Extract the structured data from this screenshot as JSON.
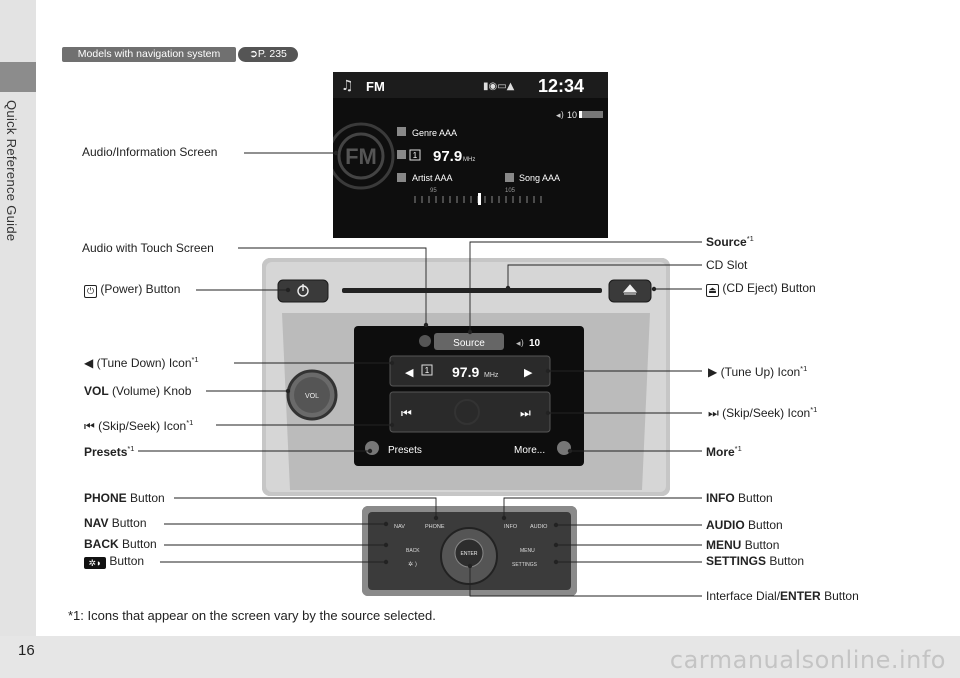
{
  "sidebar": {
    "section_title": "Quick Reference Guide"
  },
  "page": {
    "number": "16"
  },
  "watermark": "carmanualsonline.info",
  "badges": {
    "models": "Models with navigation system",
    "page_ref": "P. 235"
  },
  "footnote": "*1: Icons that appear on the screen vary by the source selected.",
  "screen": {
    "source": "FM",
    "clock": "12:34",
    "volume": "10",
    "genre": "Genre AAA",
    "preset": "1",
    "frequency": "97.9",
    "unit": "MHz",
    "artist": "Artist AAA",
    "song": "Song AAA",
    "scale_low": "95",
    "scale_high": "105",
    "logo": "FM"
  },
  "touch": {
    "source_button": "Source",
    "volume": "10",
    "preset": "1",
    "frequency": "97.9",
    "unit": "MHz",
    "presets_label": "Presets",
    "more_label": "More...",
    "vol_knob": "VOL"
  },
  "console": {
    "nav": "NAV",
    "phone": "PHONE",
    "info": "INFO",
    "audio": "AUDIO",
    "back": "BACK",
    "enter": "ENTER",
    "menu": "MENU",
    "settings": "SETTINGS"
  },
  "callouts": {
    "audio_info_screen": "Audio/Information Screen",
    "audio_touch_screen": "Audio with Touch Screen",
    "power_button": "(Power) Button",
    "tune_down_icon": "(Tune Down) Icon",
    "vol_bold": "VOL",
    "vol_rest": "(Volume) Knob",
    "skip_seek_left": "(Skip/Seek) Icon",
    "presets": "Presets",
    "phone_bold": "PHONE",
    "phone_rest": "Button",
    "nav_bold": "NAV",
    "nav_rest": "Button",
    "back_bold": "BACK",
    "back_rest": "Button",
    "day_night_rest": "Button",
    "source": "Source",
    "cd_slot": "CD Slot",
    "cd_eject": "(CD Eject) Button",
    "tune_up_icon": "(Tune Up) Icon",
    "skip_seek_right": "(Skip/Seek) Icon",
    "more": "More",
    "info_bold": "INFO",
    "info_rest": "Button",
    "audio_bold": "AUDIO",
    "audio_rest": "Button",
    "menu_bold": "MENU",
    "menu_rest": "Button",
    "settings_bold": "SETTINGS",
    "settings_rest": "Button",
    "dial_prefix": "Interface Dial/",
    "dial_bold": "ENTER",
    "dial_rest": "Button",
    "footnote_mark": "*1"
  }
}
